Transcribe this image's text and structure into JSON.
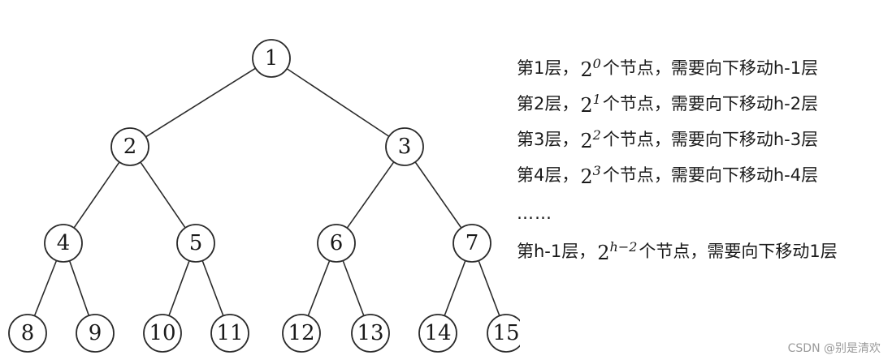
{
  "tree": {
    "nodes": [
      "1",
      "2",
      "3",
      "4",
      "5",
      "6",
      "7",
      "8",
      "9",
      "10",
      "11",
      "12",
      "13",
      "14",
      "15"
    ],
    "edges": [
      [
        0,
        1
      ],
      [
        0,
        2
      ],
      [
        1,
        3
      ],
      [
        1,
        4
      ],
      [
        2,
        5
      ],
      [
        2,
        6
      ],
      [
        3,
        7
      ],
      [
        3,
        8
      ],
      [
        4,
        9
      ],
      [
        4,
        10
      ],
      [
        5,
        11
      ],
      [
        5,
        12
      ],
      [
        6,
        13
      ],
      [
        6,
        14
      ]
    ]
  },
  "notes": {
    "line1_pre": "第1层，",
    "line1_base": "2",
    "line1_exp": "0",
    "line1_post": "个节点，需要向下移动h-1层",
    "line2_pre": "第2层，",
    "line2_base": "2",
    "line2_exp": "1",
    "line2_post": "个节点，需要向下移动h-2层",
    "line3_pre": "第3层，",
    "line3_base": "2",
    "line3_exp": "2",
    "line3_post": "个节点，需要向下移动h-3层",
    "line4_pre": "第4层，",
    "line4_base": "2",
    "line4_exp": "3",
    "line4_post": "个节点，需要向下移动h-4层",
    "ellipsis": "……",
    "line5_pre": "第h-1层，",
    "line5_base": "2",
    "line5_exp": "h−2",
    "line5_post": " 个节点，需要向下移动1层"
  },
  "watermark": "CSDN @别是清欢"
}
